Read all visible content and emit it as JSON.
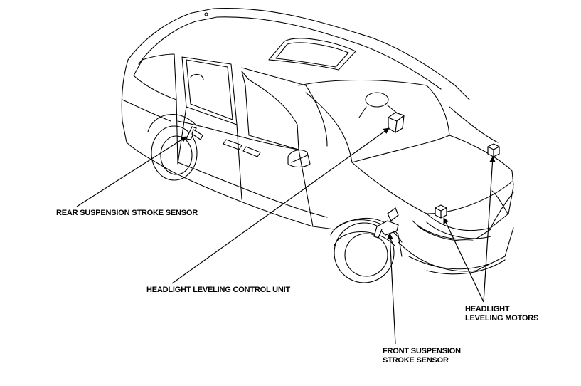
{
  "labels": {
    "rear_sensor": "REAR SUSPENSION STROKE SENSOR",
    "control_unit": "HEADLIGHT LEVELING CONTROL UNIT",
    "motors_line1": "HEADLIGHT",
    "motors_line2": "LEVELING MOTORS",
    "front_sensor_line1": "FRONT SUSPENSION",
    "front_sensor_line2": "STROKE SENSOR"
  },
  "colors": {
    "ink": "#000000",
    "background": "#ffffff"
  }
}
